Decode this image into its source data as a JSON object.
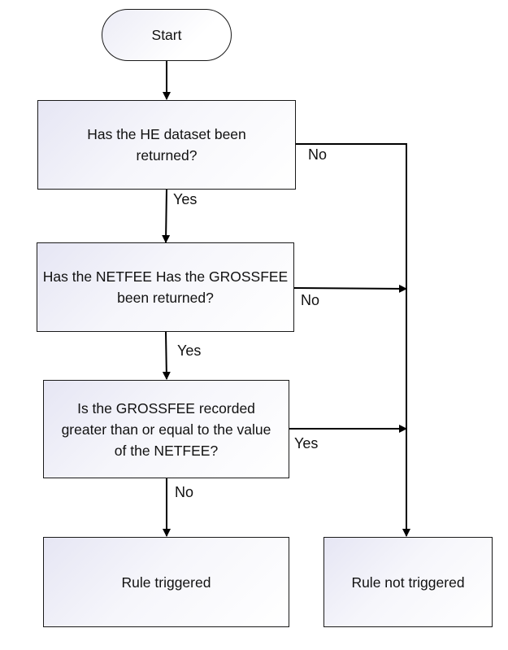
{
  "nodes": {
    "start": {
      "label": "Start"
    },
    "q1": {
      "label": "Has the HE dataset been returned?"
    },
    "q2": {
      "label": "Has the NETFEE Has the GROSSFEE been returned?"
    },
    "q3": {
      "label": "Is the GROSSFEE recorded greater than or equal to the value of the NETFEE?"
    },
    "triggered": {
      "label": "Rule triggered"
    },
    "not_triggered": {
      "label": "Rule not triggered"
    }
  },
  "edges": {
    "q1_yes": "Yes",
    "q1_no": "No",
    "q2_yes": "Yes",
    "q2_no": "No",
    "q3_yes": "Yes",
    "q3_no": "No"
  },
  "colors": {
    "line": "#000000",
    "box_gradient_start": "#e6e6f4",
    "box_gradient_end": "#ffffff"
  }
}
